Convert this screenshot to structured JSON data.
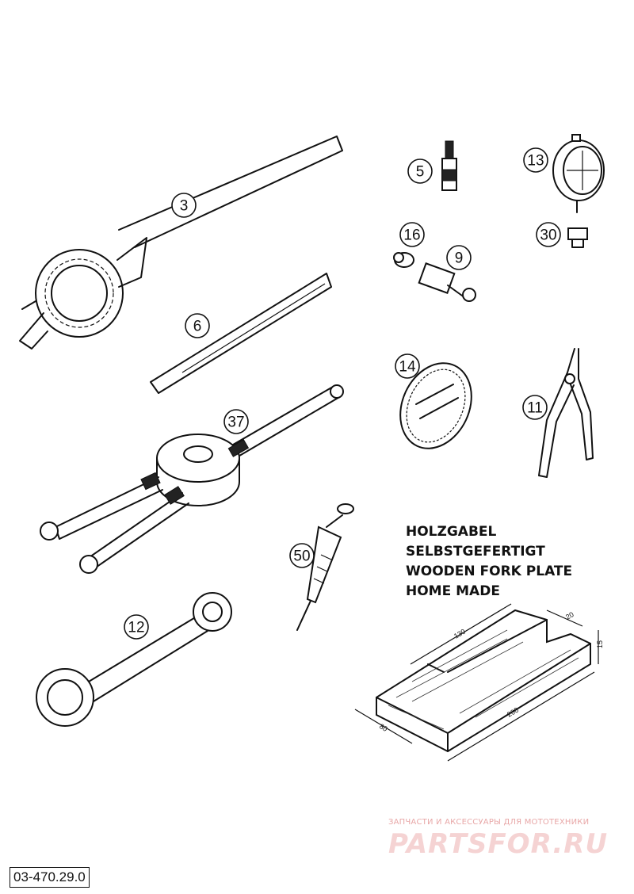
{
  "callouts": [
    "3",
    "5",
    "13",
    "16",
    "9",
    "30",
    "6",
    "14",
    "11",
    "37",
    "50",
    "12"
  ],
  "note": {
    "line1": "HOLZGABEL",
    "line2": "SELBSTGEFERTIGT",
    "line3": "WOODEN FORK PLATE",
    "line4": "HOME MADE"
  },
  "dimensions": {
    "length_top": "130",
    "width_right": "20",
    "height": "15",
    "length": "200",
    "width": "80"
  },
  "watermark": {
    "caption": "ЗАПЧАСТИ И АКСЕССУАРЫ ДЛЯ МОТОТЕХНИКИ",
    "logo": "PARTSFOR.RU"
  },
  "doc_code": "03-470.29.0"
}
